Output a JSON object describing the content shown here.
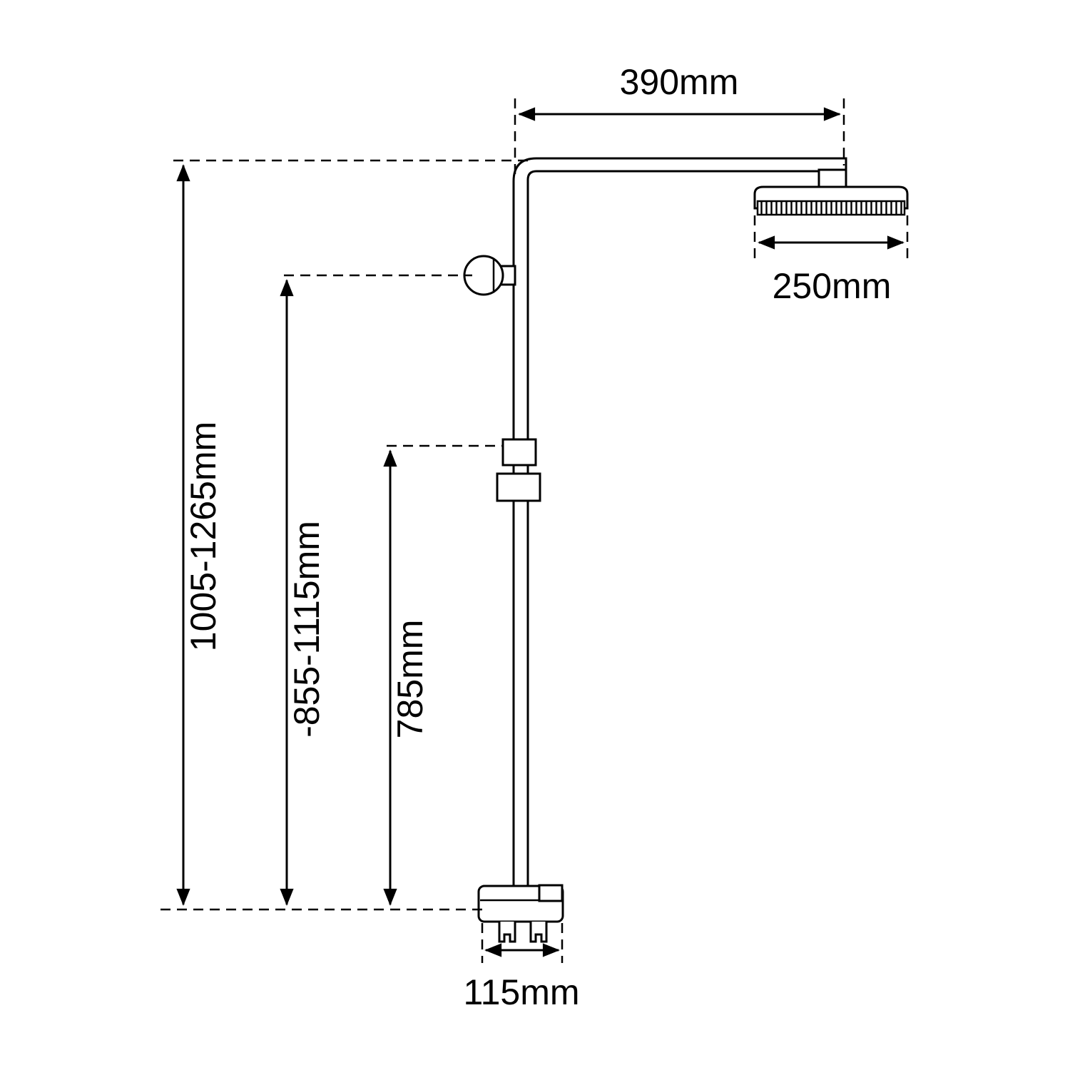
{
  "diagram": {
    "background": "#ffffff",
    "line_color": "#000000",
    "labels": {
      "top_width": "390mm",
      "head_width": "250mm",
      "height_total": "1005-1265mm",
      "height_mid": "-855-1115mm",
      "height_inner": "785mm",
      "base_width": "115mm"
    }
  }
}
